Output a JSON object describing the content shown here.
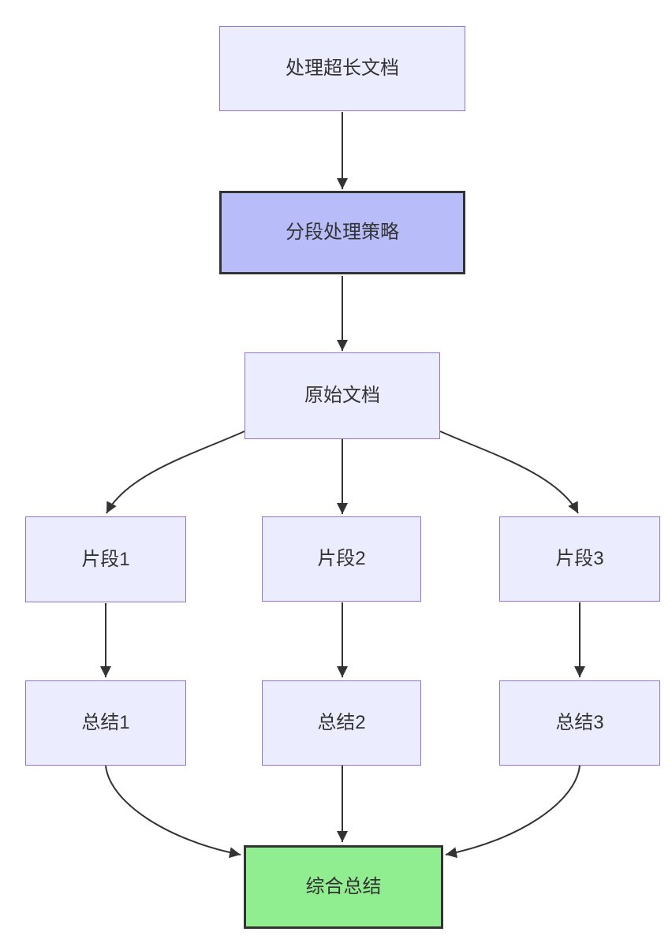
{
  "diagram": {
    "type": "flowchart",
    "direction": "top-down",
    "nodes": [
      {
        "id": "A",
        "label": "处理超长文档",
        "style": "default"
      },
      {
        "id": "B",
        "label": "分段处理策略",
        "style": "emphasis"
      },
      {
        "id": "C",
        "label": "原始文档",
        "style": "default"
      },
      {
        "id": "D1",
        "label": "片段1",
        "style": "default"
      },
      {
        "id": "D2",
        "label": "片段2",
        "style": "default"
      },
      {
        "id": "D3",
        "label": "片段3",
        "style": "default"
      },
      {
        "id": "E1",
        "label": "总结1",
        "style": "default"
      },
      {
        "id": "E2",
        "label": "总结2",
        "style": "default"
      },
      {
        "id": "E3",
        "label": "总结3",
        "style": "default"
      },
      {
        "id": "F",
        "label": "综合总结",
        "style": "success"
      }
    ],
    "edges": [
      {
        "from": "A",
        "to": "B"
      },
      {
        "from": "B",
        "to": "C"
      },
      {
        "from": "C",
        "to": "D1"
      },
      {
        "from": "C",
        "to": "D2"
      },
      {
        "from": "C",
        "to": "D3"
      },
      {
        "from": "D1",
        "to": "E1"
      },
      {
        "from": "D2",
        "to": "E2"
      },
      {
        "from": "D3",
        "to": "E3"
      },
      {
        "from": "E1",
        "to": "F"
      },
      {
        "from": "E2",
        "to": "F"
      },
      {
        "from": "E3",
        "to": "F"
      }
    ],
    "colors": {
      "background": "#FFFFFF",
      "node_fill": "#ECECFF",
      "node_border": "#9370DB",
      "emphasis_fill": "#B8BCF8",
      "emphasis_border": "#333333",
      "success_fill": "#90EE90",
      "success_border": "#333333",
      "edge": "#333333",
      "text": "#333333"
    }
  }
}
